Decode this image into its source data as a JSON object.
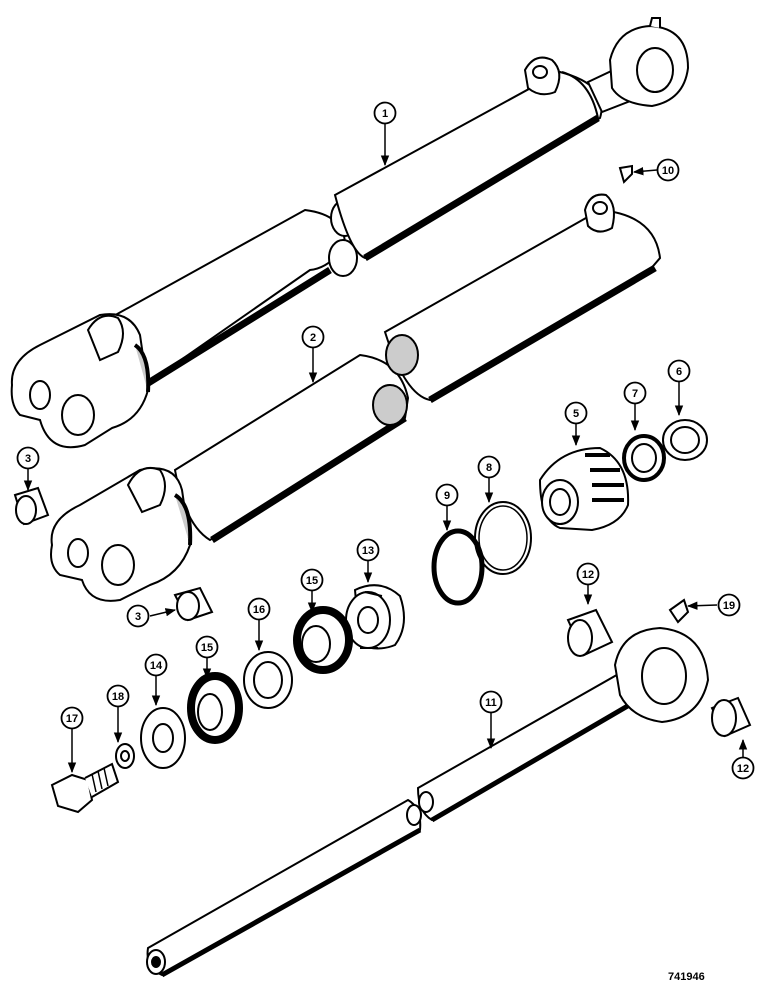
{
  "drawing_number": "741946",
  "callouts": [
    {
      "id": "c1",
      "label": "1"
    },
    {
      "id": "c2",
      "label": "2"
    },
    {
      "id": "c3a",
      "label": "3"
    },
    {
      "id": "c3b",
      "label": "3"
    },
    {
      "id": "c5",
      "label": "5"
    },
    {
      "id": "c6",
      "label": "6"
    },
    {
      "id": "c7",
      "label": "7"
    },
    {
      "id": "c8",
      "label": "8"
    },
    {
      "id": "c9",
      "label": "9"
    },
    {
      "id": "c10",
      "label": "10"
    },
    {
      "id": "c11",
      "label": "11"
    },
    {
      "id": "c12a",
      "label": "12"
    },
    {
      "id": "c12b",
      "label": "12"
    },
    {
      "id": "c13",
      "label": "13"
    },
    {
      "id": "c14",
      "label": "14"
    },
    {
      "id": "c15a",
      "label": "15"
    },
    {
      "id": "c15b",
      "label": "15"
    },
    {
      "id": "c16",
      "label": "16"
    },
    {
      "id": "c17",
      "label": "17"
    },
    {
      "id": "c18",
      "label": "18"
    },
    {
      "id": "c19",
      "label": "19"
    }
  ]
}
